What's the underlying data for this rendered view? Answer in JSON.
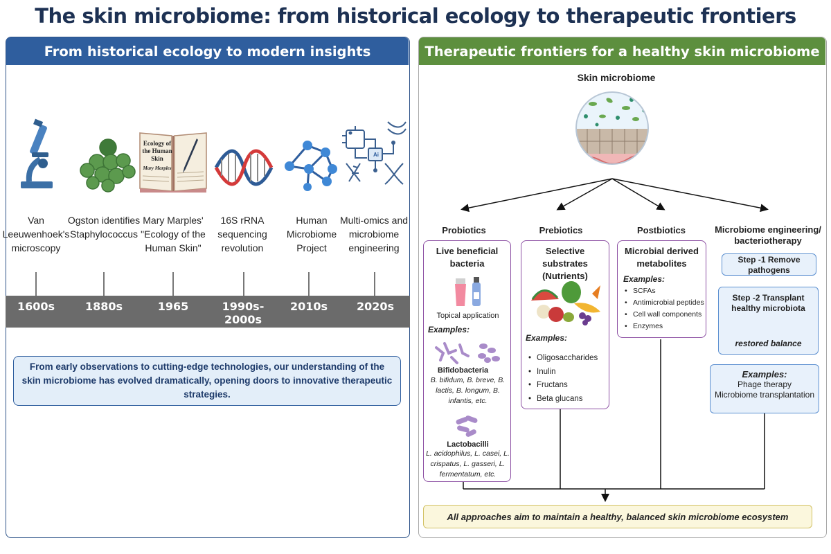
{
  "title": "The skin microbiome: from historical ecology to therapeutic frontiers",
  "left_panel": {
    "header": "From historical ecology to modern insights",
    "timeline": [
      {
        "label": "Van Leeuwenhoek's microscopy",
        "year": "1600s",
        "icon": "microscope-icon"
      },
      {
        "label": "Ogston identifies Staphylococcus",
        "year": "1880s",
        "icon": "staphylococcus-cluster-icon"
      },
      {
        "label": "Mary Marples' \"Ecology of the Human Skin\"",
        "year": "1965",
        "icon": "book-icon"
      },
      {
        "label": "16S rRNA sequencing revolution",
        "year": "1990s-2000s",
        "icon": "dna-helix-icon"
      },
      {
        "label": "Human Microbiome Project",
        "year": "2010s",
        "icon": "network-icon"
      },
      {
        "label": "Multi-omics and microbiome engineering",
        "year": "2020s",
        "icon": "ai-circuit-icon"
      }
    ],
    "book": {
      "title": "Ecology of the Human Skin",
      "author": "Mary Marples"
    },
    "ai_chip_text": "Ai",
    "summary": "From early observations to cutting-edge technologies, our understanding of the skin microbiome has evolved dramatically, opening doors to innovative therapeutic strategies."
  },
  "right_panel": {
    "header": "Therapeutic frontiers for a healthy skin microbiome",
    "center_title": "Skin microbiome",
    "probiotics": {
      "title": "Probiotics",
      "card_title": "Live beneficial bacteria",
      "application": "Topical application",
      "examples_label": "Examples:",
      "bifido": {
        "name": "Bifidobacteria",
        "species": "B. bifidum, B. breve, B. lactis, B. longum, B. infantis, etc."
      },
      "lacto": {
        "name": "Lactobacilli",
        "species": "L. acidophilus, L. casei, L. crispatus, L. gasseri, L. fermentatum, etc."
      }
    },
    "prebiotics": {
      "title": "Prebiotics",
      "card_title": "Selective substrates (Nutrients)",
      "examples_label": "Examples:",
      "items": [
        "Oligosaccharides",
        "Inulin",
        "Fructans",
        "Beta glucans"
      ]
    },
    "postbiotics": {
      "title": "Postbiotics",
      "card_title": "Microbial derived metabolites",
      "examples_label": "Examples:",
      "items": [
        "SCFAs",
        "Antimicrobial peptides",
        "Cell wall components",
        "Enzymes"
      ]
    },
    "engineering": {
      "title": "Microbiome engineering/ bacteriotherapy",
      "step1": "Step -1 Remove pathogens",
      "step2": "Step -2 Transplant healthy microbiota",
      "result": "restored balance",
      "examples_label": "Examples:",
      "examples": [
        "Phage therapy",
        "Microbiome transplantation"
      ]
    },
    "conclusion": "All approaches aim to maintain a healthy, balanced skin microbiome ecosystem"
  },
  "colors": {
    "title": "#1d3153",
    "left_header": "#2f5e9e",
    "right_header": "#5d8f3e",
    "timeline_bar": "#6b6b6b",
    "probiotic_border": "#8c4fa3",
    "engineering_border": "#5b8fd0",
    "conclusion_fill": "#fbf7dd"
  }
}
